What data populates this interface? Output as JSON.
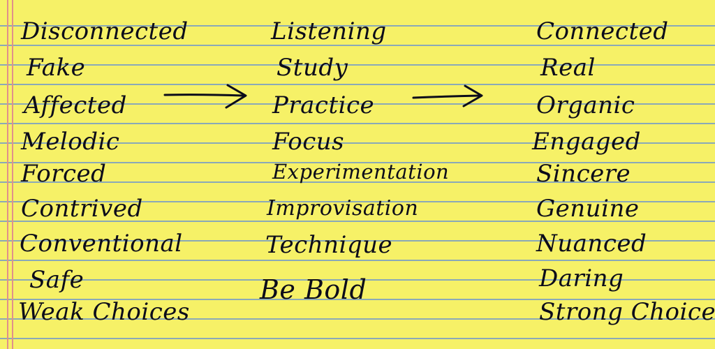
{
  "columns": {
    "left": [
      "Disconnected",
      "Fake",
      "Affected",
      "Melodic",
      "Forced",
      "Contrived",
      "Conventional",
      "Safe",
      "Weak Choices"
    ],
    "middle": [
      "Listening",
      "Study",
      "Practice",
      "Focus",
      "Experimentation",
      "Improvisation",
      "Technique",
      "Be Bold"
    ],
    "right": [
      "Connected",
      "Real",
      "Organic",
      "Engaged",
      "Sincere",
      "Genuine",
      "Nuanced",
      "Daring",
      "Strong Choices"
    ]
  },
  "colors": {
    "paper": "#f6f167",
    "rule_lines": "#8aa9b8",
    "margin_lines": "#e0908a",
    "ink": "#0c0c1a"
  },
  "icons": {
    "arrow_left_to_middle": "arrow-right-icon",
    "arrow_middle_to_right": "arrow-right-icon"
  }
}
